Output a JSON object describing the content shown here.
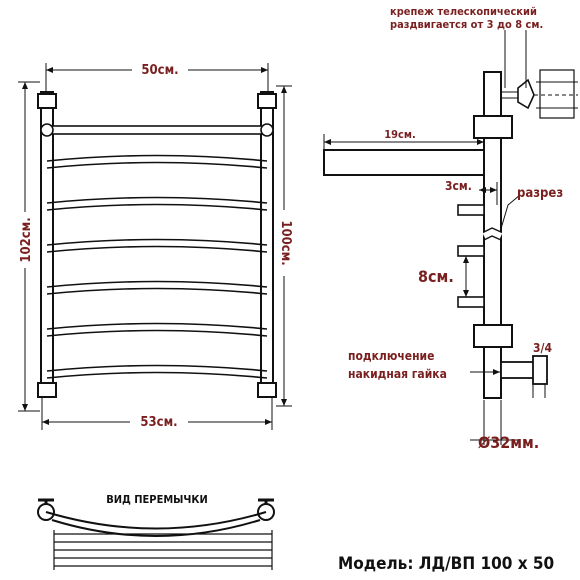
{
  "labels": {
    "width_top": "50см.",
    "width_bottom": "53см.",
    "height_left": "102см.",
    "height_right": "100см.",
    "side_depth": "19см.",
    "side_3cm": "3см.",
    "side_cut": "разрез",
    "side_8cm": "8см.",
    "thread": "3/4",
    "mount_line1": "крепеж телескопический",
    "mount_line2": "раздвигается от 3 до 8 см.",
    "connection_line1": "подключение",
    "connection_line2": "накидная гайка",
    "diameter": "Ø32мм.",
    "jumper_view": "ВИД ПЕРЕМЫЧКИ",
    "model": "Модель: ЛД/ВП 100 х 50"
  },
  "colors": {
    "label": "#7a1f1f",
    "line": "#111111"
  }
}
